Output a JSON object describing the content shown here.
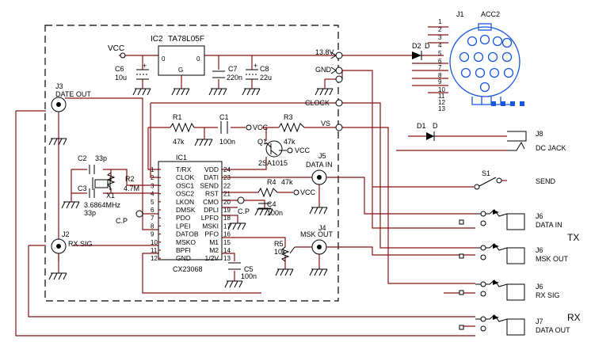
{
  "ic2": {
    "ref": "IC2",
    "part": "TA78L05F",
    "pin_i": "0",
    "pin_g": "G",
    "pin_o": "0"
  },
  "power": {
    "vcc": "VCC"
  },
  "caps": {
    "c6": {
      "ref": "C6",
      "val": "10u"
    },
    "c7": {
      "ref": "C7",
      "val": "220n"
    },
    "c8": {
      "ref": "C8",
      "val": "22u"
    },
    "c1": {
      "ref": "C1",
      "val": "100n"
    },
    "c2": {
      "ref": "C2",
      "val": "33p"
    },
    "c3": {
      "ref": "C3",
      "val": "33p"
    },
    "c4": {
      "ref": "C4",
      "val": "100n"
    },
    "c5": {
      "ref": "C5",
      "val": "100n"
    },
    "cp": "C.P"
  },
  "res": {
    "r1": {
      "ref": "R1",
      "val": "47k"
    },
    "r2": {
      "ref": "R2",
      "val": "4.7M"
    },
    "r3": {
      "ref": "R3",
      "val": "47k"
    },
    "r4": {
      "ref": "R4",
      "val": "47k"
    },
    "r5": {
      "ref": "R5",
      "val": "10k"
    }
  },
  "q1": {
    "ref": "Q1",
    "part": "2SA1015"
  },
  "x1": {
    "ref": "X1",
    "val": "3.6864MHz"
  },
  "ic1": {
    "ref": "IC1",
    "part": "CX23068",
    "left": [
      {
        "n": "1",
        "name": "T/RX"
      },
      {
        "n": "2",
        "name": "CLOK"
      },
      {
        "n": "3",
        "name": "OSC1"
      },
      {
        "n": "4",
        "name": "OSC2"
      },
      {
        "n": "5",
        "name": "LKON"
      },
      {
        "n": "6",
        "name": "DMSK"
      },
      {
        "n": "7",
        "name": "PDO"
      },
      {
        "n": "8",
        "name": "LPEI"
      },
      {
        "n": "9",
        "name": "DATOB"
      },
      {
        "n": "10",
        "name": "MSKO"
      },
      {
        "n": "11",
        "name": "BPFI"
      },
      {
        "n": "12",
        "name": "GND"
      }
    ],
    "right": [
      {
        "n": "24",
        "name": "VDD"
      },
      {
        "n": "23",
        "name": "DATI"
      },
      {
        "n": "22",
        "name": "SEND"
      },
      {
        "n": "21",
        "name": "RST"
      },
      {
        "n": "20",
        "name": "CMO"
      },
      {
        "n": "19",
        "name": "DPLI"
      },
      {
        "n": "18",
        "name": "LPFO"
      },
      {
        "n": "17",
        "name": "MSKI"
      },
      {
        "n": "16",
        "name": "PFO"
      },
      {
        "n": "15",
        "name": "M1"
      },
      {
        "n": "14",
        "name": "M2"
      },
      {
        "n": "13",
        "name": "1/2V"
      }
    ]
  },
  "terminals": {
    "v138": "13.8V",
    "gnd": "GND",
    "clock": "CLOCK",
    "vs": "VS"
  },
  "jacks": {
    "j3": {
      "ref": "J3",
      "label": "DATE OUT"
    },
    "j2": {
      "ref": "J2",
      "label": "RX SIG"
    },
    "j5": {
      "ref": "J5",
      "label": "DATA IN"
    },
    "j4": {
      "ref": "J4",
      "label": "MSK OUT"
    },
    "j8": {
      "ref": "J8",
      "label": "DC JACK"
    },
    "s1": {
      "ref": "S1",
      "label": "SEND"
    }
  },
  "acc2": {
    "ref": "J1",
    "name": "ACC2",
    "pins": [
      "1",
      "2",
      "3",
      "4",
      "5",
      "6",
      "7",
      "8",
      "9",
      "10",
      "11",
      "12",
      "13"
    ]
  },
  "diodes": {
    "d1": {
      "ref": "D1",
      "val": "D"
    },
    "d2": {
      "ref": "D2",
      "val": "D"
    }
  },
  "panel": [
    {
      "ref": "J6",
      "label": "DATA IN"
    },
    {
      "ref": "J6",
      "label": "MSK OUT"
    },
    {
      "ref": "J6",
      "label": "RX SIG"
    },
    {
      "ref": "J7",
      "label": "DATA OUT"
    }
  ],
  "groups": {
    "tx": "TX",
    "rx": "RX"
  }
}
